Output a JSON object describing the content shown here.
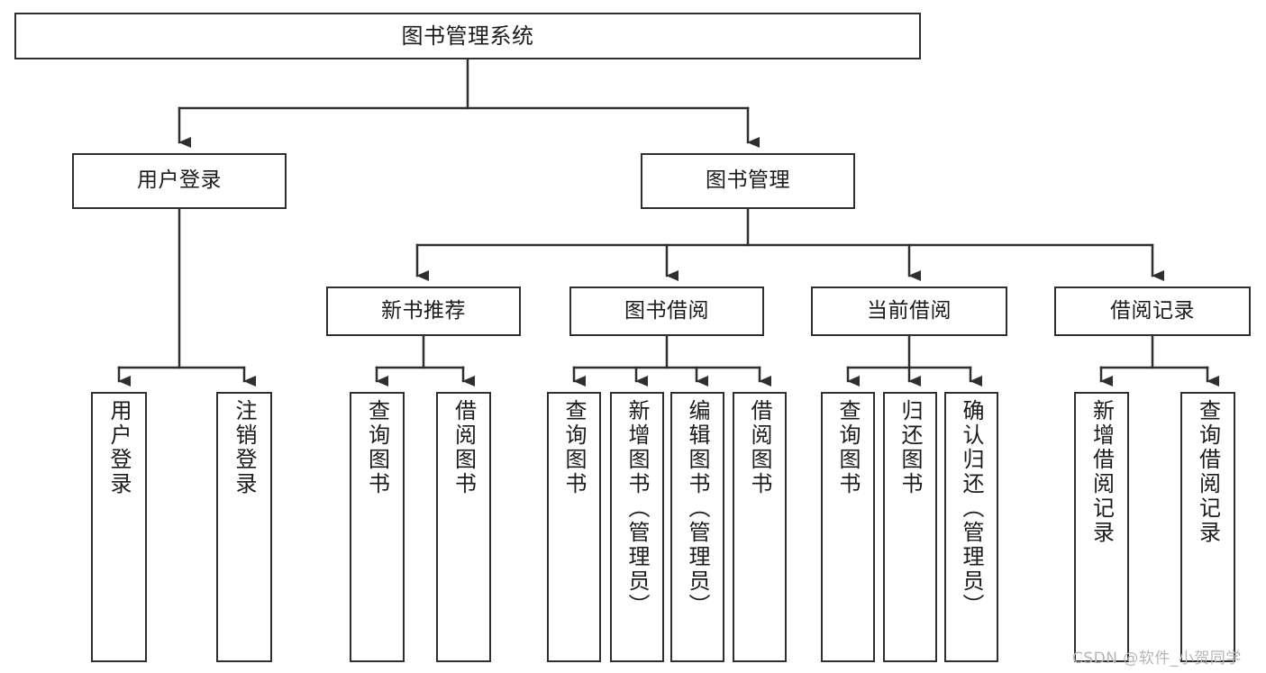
{
  "diagram": {
    "kind": "functional-structure-tree",
    "root": {
      "label": "图书管理系统"
    },
    "level2": [
      {
        "label": "用户登录"
      },
      {
        "label": "图书管理"
      }
    ],
    "level3": [
      {
        "label": "新书推荐"
      },
      {
        "label": "图书借阅"
      },
      {
        "label": "当前借阅"
      },
      {
        "label": "借阅记录"
      }
    ],
    "leaves": {
      "user_login": [
        {
          "label": "用户登录"
        },
        {
          "label": "注销登录"
        }
      ],
      "new_book_recommend": [
        {
          "label": "查询图书"
        },
        {
          "label": "借阅图书"
        }
      ],
      "book_borrow": [
        {
          "label": "查询图书"
        },
        {
          "label": "新增图书（管理员）"
        },
        {
          "label": "编辑图书（管理员）"
        },
        {
          "label": "借阅图书"
        }
      ],
      "current_borrow": [
        {
          "label": "查询图书"
        },
        {
          "label": "归还图书"
        },
        {
          "label": "确认归还（管理员）"
        }
      ],
      "borrow_record": [
        {
          "label": "新增借阅记录"
        },
        {
          "label": "查询借阅记录"
        }
      ]
    }
  },
  "watermark": {
    "text": "CSDN @软件_小贺同学"
  },
  "colors": {
    "stroke": "#2f2f2f",
    "fill": "#ffffff",
    "text": "#1b1b1b",
    "watermark": "#b6b6b6"
  }
}
